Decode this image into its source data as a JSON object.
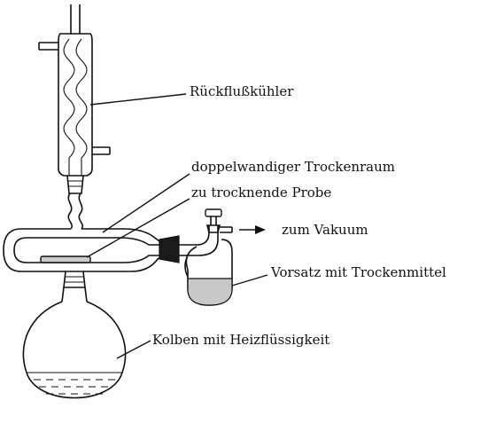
{
  "diagram": {
    "labels": {
      "condenser": "Rückflußkühler",
      "chamber": "doppelwandiger Trockenraum",
      "sample": "zu trocknende Probe",
      "vacuum": "zum Vakuum",
      "trap": "Vorsatz mit Trockenmittel",
      "flask": "Kolben mit Heizflüssigkeit"
    },
    "colors": {
      "line": "#111111",
      "fill_gray": "#c8c8c8",
      "stopper": "#1a1a1a",
      "background": "#ffffff"
    }
  }
}
